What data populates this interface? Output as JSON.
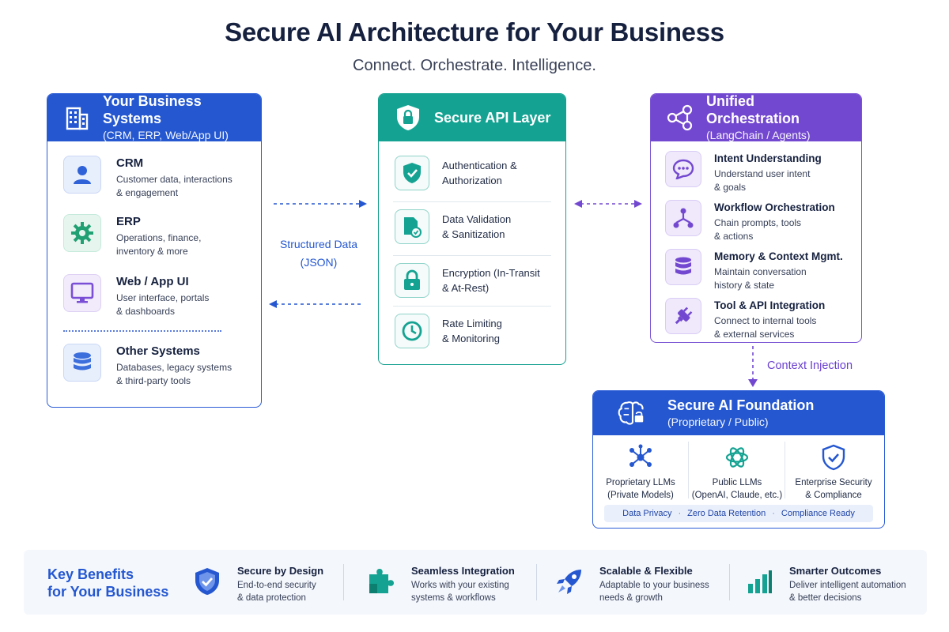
{
  "title": "Secure AI Architecture for Your Business",
  "subtitle": "Connect. Orchestrate. Intelligence.",
  "business_systems": {
    "title": "Your Business Systems",
    "subtitle": "(CRM, ERP, Web/App UI)",
    "icon": "building-icon",
    "items": [
      {
        "title": "CRM",
        "desc1": "Customer data, interactions",
        "desc2": "& engagement",
        "icon": "user-icon"
      },
      {
        "title": "ERP",
        "desc1": "Operations, finance,",
        "desc2": "inventory & more",
        "icon": "gear-icon"
      },
      {
        "title": "Web / App UI",
        "desc1": "User interface, portals",
        "desc2": "& dashboards",
        "icon": "monitor-icon"
      },
      {
        "title": "Other Systems",
        "desc1": "Databases, legacy systems",
        "desc2": "& third-party tools",
        "icon": "database-icon"
      }
    ]
  },
  "connector": {
    "line1": "Structured Data",
    "line2": "(JSON)"
  },
  "api_layer": {
    "title": "Secure API Layer",
    "icon": "shield-lock-icon",
    "items": [
      {
        "line1": "Authentication &",
        "line2": "Authorization",
        "icon": "shield-check-icon"
      },
      {
        "line1": "Data Validation",
        "line2": "& Sanitization",
        "icon": "document-check-icon"
      },
      {
        "line1": "Encryption (In-Transit",
        "line2": "& At-Rest)",
        "icon": "lock-icon"
      },
      {
        "line1": "Rate Limiting",
        "line2": "& Monitoring",
        "icon": "clock-icon"
      }
    ]
  },
  "orchestration": {
    "title": "Unified Orchestration",
    "subtitle": "(LangChain / Agents)",
    "icon": "network-icon",
    "items": [
      {
        "title": "Intent Understanding",
        "desc1": "Understand user intent",
        "desc2": "& goals",
        "icon": "chat-icon"
      },
      {
        "title": "Workflow Orchestration",
        "desc1": "Chain prompts, tools",
        "desc2": "& actions",
        "icon": "workflow-icon"
      },
      {
        "title": "Memory & Context Mgmt.",
        "desc1": "Maintain conversation",
        "desc2": "history & state",
        "icon": "database-icon"
      },
      {
        "title": "Tool & API Integration",
        "desc1": "Connect to internal tools",
        "desc2": "& external services",
        "icon": "plug-icon"
      }
    ]
  },
  "context_label": "Context Injection",
  "foundation": {
    "title": "Secure AI Foundation",
    "subtitle": "(Proprietary / Public)",
    "icon": "brain-lock-icon",
    "cols": [
      {
        "line1": "Proprietary LLMs",
        "line2": "(Private Models)",
        "icon": "nodes-icon"
      },
      {
        "line1": "Public LLMs",
        "line2": "(OpenAI, Claude, etc.)",
        "icon": "openai-icon"
      },
      {
        "line1": "Enterprise Security",
        "line2": "& Compliance",
        "icon": "shield-check-icon"
      }
    ],
    "tags": [
      "Data Privacy",
      "Zero Data Retention",
      "Compliance Ready"
    ]
  },
  "benefits": {
    "title1": "Key Benefits",
    "title2": "for Your Business",
    "items": [
      {
        "title": "Secure by Design",
        "desc1": "End-to-end security",
        "desc2": "& data protection",
        "icon": "shield-check-icon"
      },
      {
        "title": "Seamless Integration",
        "desc1": "Works with your existing",
        "desc2": "systems & workflows",
        "icon": "puzzle-icon"
      },
      {
        "title": "Scalable & Flexible",
        "desc1": "Adaptable to your business",
        "desc2": "needs & growth",
        "icon": "rocket-icon"
      },
      {
        "title": "Smarter Outcomes",
        "desc1": "Deliver intelligent automation",
        "desc2": "& better decisions",
        "icon": "bar-chart-icon"
      }
    ]
  },
  "colors": {
    "blue": "#2457d0",
    "teal": "#14a392",
    "purple": "#7348d0"
  }
}
